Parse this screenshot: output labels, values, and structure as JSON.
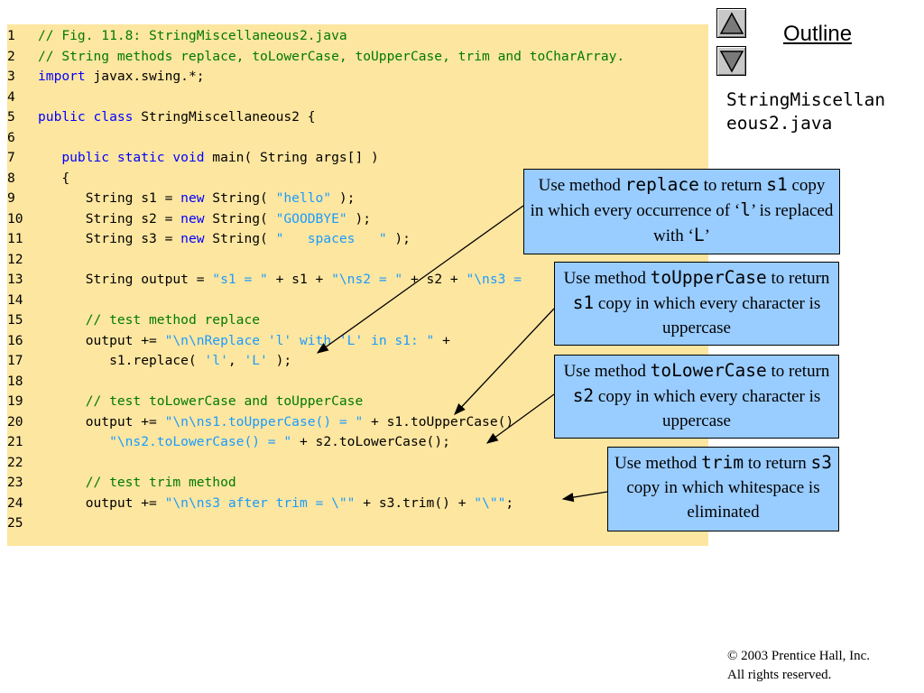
{
  "code": {
    "lines": [
      {
        "n": "1",
        "t": [
          {
            "c": "cm",
            "x": "// Fig. 11.8: StringMiscellaneous2.java"
          }
        ]
      },
      {
        "n": "2",
        "t": [
          {
            "c": "cm",
            "x": "// String methods replace, toLowerCase, toUpperCase, trim and toCharArray."
          }
        ]
      },
      {
        "n": "3",
        "t": [
          {
            "c": "kw",
            "x": "import"
          },
          {
            "c": "tx",
            "x": " javax.swing.*;"
          }
        ]
      },
      {
        "n": "4",
        "t": []
      },
      {
        "n": "5",
        "t": [
          {
            "c": "kw",
            "x": "public class"
          },
          {
            "c": "tx",
            "x": " StringMiscellaneous2 {"
          }
        ]
      },
      {
        "n": "6",
        "t": []
      },
      {
        "n": "7",
        "t": [
          {
            "c": "tx",
            "x": "   "
          },
          {
            "c": "kw",
            "x": "public static void"
          },
          {
            "c": "tx",
            "x": " main( String args[] )"
          }
        ]
      },
      {
        "n": "8",
        "t": [
          {
            "c": "tx",
            "x": "   {"
          }
        ]
      },
      {
        "n": "9",
        "t": [
          {
            "c": "tx",
            "x": "      String s1 = "
          },
          {
            "c": "kw",
            "x": "new"
          },
          {
            "c": "tx",
            "x": " String( "
          },
          {
            "c": "st",
            "x": "\"hello\""
          },
          {
            "c": "tx",
            "x": " );"
          }
        ]
      },
      {
        "n": "10",
        "t": [
          {
            "c": "tx",
            "x": "      String s2 = "
          },
          {
            "c": "kw",
            "x": "new"
          },
          {
            "c": "tx",
            "x": " String( "
          },
          {
            "c": "st",
            "x": "\"GOODBYE\""
          },
          {
            "c": "tx",
            "x": " );"
          }
        ]
      },
      {
        "n": "11",
        "t": [
          {
            "c": "tx",
            "x": "      String s3 = "
          },
          {
            "c": "kw",
            "x": "new"
          },
          {
            "c": "tx",
            "x": " String( "
          },
          {
            "c": "st",
            "x": "\"   spaces   \""
          },
          {
            "c": "tx",
            "x": " );"
          }
        ]
      },
      {
        "n": "12",
        "t": []
      },
      {
        "n": "13",
        "t": [
          {
            "c": "tx",
            "x": "      String output = "
          },
          {
            "c": "st",
            "x": "\"s1 = \""
          },
          {
            "c": "tx",
            "x": " + s1 + "
          },
          {
            "c": "st",
            "x": "\"\\ns2 = \""
          },
          {
            "c": "tx",
            "x": " + s2 + "
          },
          {
            "c": "st",
            "x": "\"\\ns3 = "
          }
        ]
      },
      {
        "n": "14",
        "t": []
      },
      {
        "n": "15",
        "t": [
          {
            "c": "tx",
            "x": "      "
          },
          {
            "c": "cm",
            "x": "// test method replace"
          }
        ]
      },
      {
        "n": "16",
        "t": [
          {
            "c": "tx",
            "x": "      output += "
          },
          {
            "c": "st",
            "x": "\"\\n\\nReplace 'l' with 'L' in s1: \""
          },
          {
            "c": "tx",
            "x": " +"
          }
        ]
      },
      {
        "n": "17",
        "t": [
          {
            "c": "tx",
            "x": "         s1.replace( "
          },
          {
            "c": "st",
            "x": "'l'"
          },
          {
            "c": "tx",
            "x": ", "
          },
          {
            "c": "st",
            "x": "'L'"
          },
          {
            "c": "tx",
            "x": " );"
          }
        ]
      },
      {
        "n": "18",
        "t": []
      },
      {
        "n": "19",
        "t": [
          {
            "c": "tx",
            "x": "      "
          },
          {
            "c": "cm",
            "x": "// test toLowerCase and toUpperCase"
          }
        ]
      },
      {
        "n": "20",
        "t": [
          {
            "c": "tx",
            "x": "      output += "
          },
          {
            "c": "st",
            "x": "\"\\n\\ns1.toUpperCase() = \""
          },
          {
            "c": "tx",
            "x": " + s1.toUpperCase()"
          }
        ]
      },
      {
        "n": "21",
        "t": [
          {
            "c": "tx",
            "x": "         "
          },
          {
            "c": "st",
            "x": "\"\\ns2.toLowerCase() = \""
          },
          {
            "c": "tx",
            "x": " + s2.toLowerCase();"
          }
        ]
      },
      {
        "n": "22",
        "t": []
      },
      {
        "n": "23",
        "t": [
          {
            "c": "tx",
            "x": "      "
          },
          {
            "c": "cm",
            "x": "// test trim method"
          }
        ]
      },
      {
        "n": "24",
        "t": [
          {
            "c": "tx",
            "x": "      output += "
          },
          {
            "c": "st",
            "x": "\"\\n\\ns3 after trim = \\\"\""
          },
          {
            "c": "tx",
            "x": " + s3.trim() + "
          },
          {
            "c": "st",
            "x": "\"\\\"\""
          },
          {
            "c": "tx",
            "x": ";"
          }
        ]
      },
      {
        "n": "25",
        "t": []
      }
    ]
  },
  "sidebar": {
    "outline_label": "Outline",
    "file_name": "StringMiscellan\neous2.java",
    "up_icon": "triangle-up",
    "down_icon": "triangle-down"
  },
  "callouts": {
    "replace": {
      "p1": "Use method ",
      "m1": "replace",
      "p2": " to return ",
      "m2": "s1",
      "p3": " copy in which every occurrence of ‘",
      "m3": "l",
      "p4": "’ is replaced with ‘",
      "m4": "L",
      "p5": "’"
    },
    "upper": {
      "p1": "Use method ",
      "m1": "toUpperCase",
      "p2": " to return ",
      "m2": "s1",
      "p3": " copy in which every character is uppercase"
    },
    "lower": {
      "p1": "Use method ",
      "m1": "toLowerCase",
      "p2": " to return ",
      "m2": "s2",
      "p3": " copy in which every character is uppercase"
    },
    "trim": {
      "p1": "Use method ",
      "m1": "trim",
      "p2": " to return ",
      "m2": "s3",
      "p3": " copy in which whitespace is eliminated"
    }
  },
  "footer": {
    "copyright": "© 2003 Prentice Hall, Inc.",
    "rights": "All rights reserved."
  },
  "colors": {
    "code_background": "#fde6a0",
    "comment": "#007a00",
    "keyword": "#0000ff",
    "string": "#1a9bff",
    "callout_fill": "#99ccff"
  }
}
